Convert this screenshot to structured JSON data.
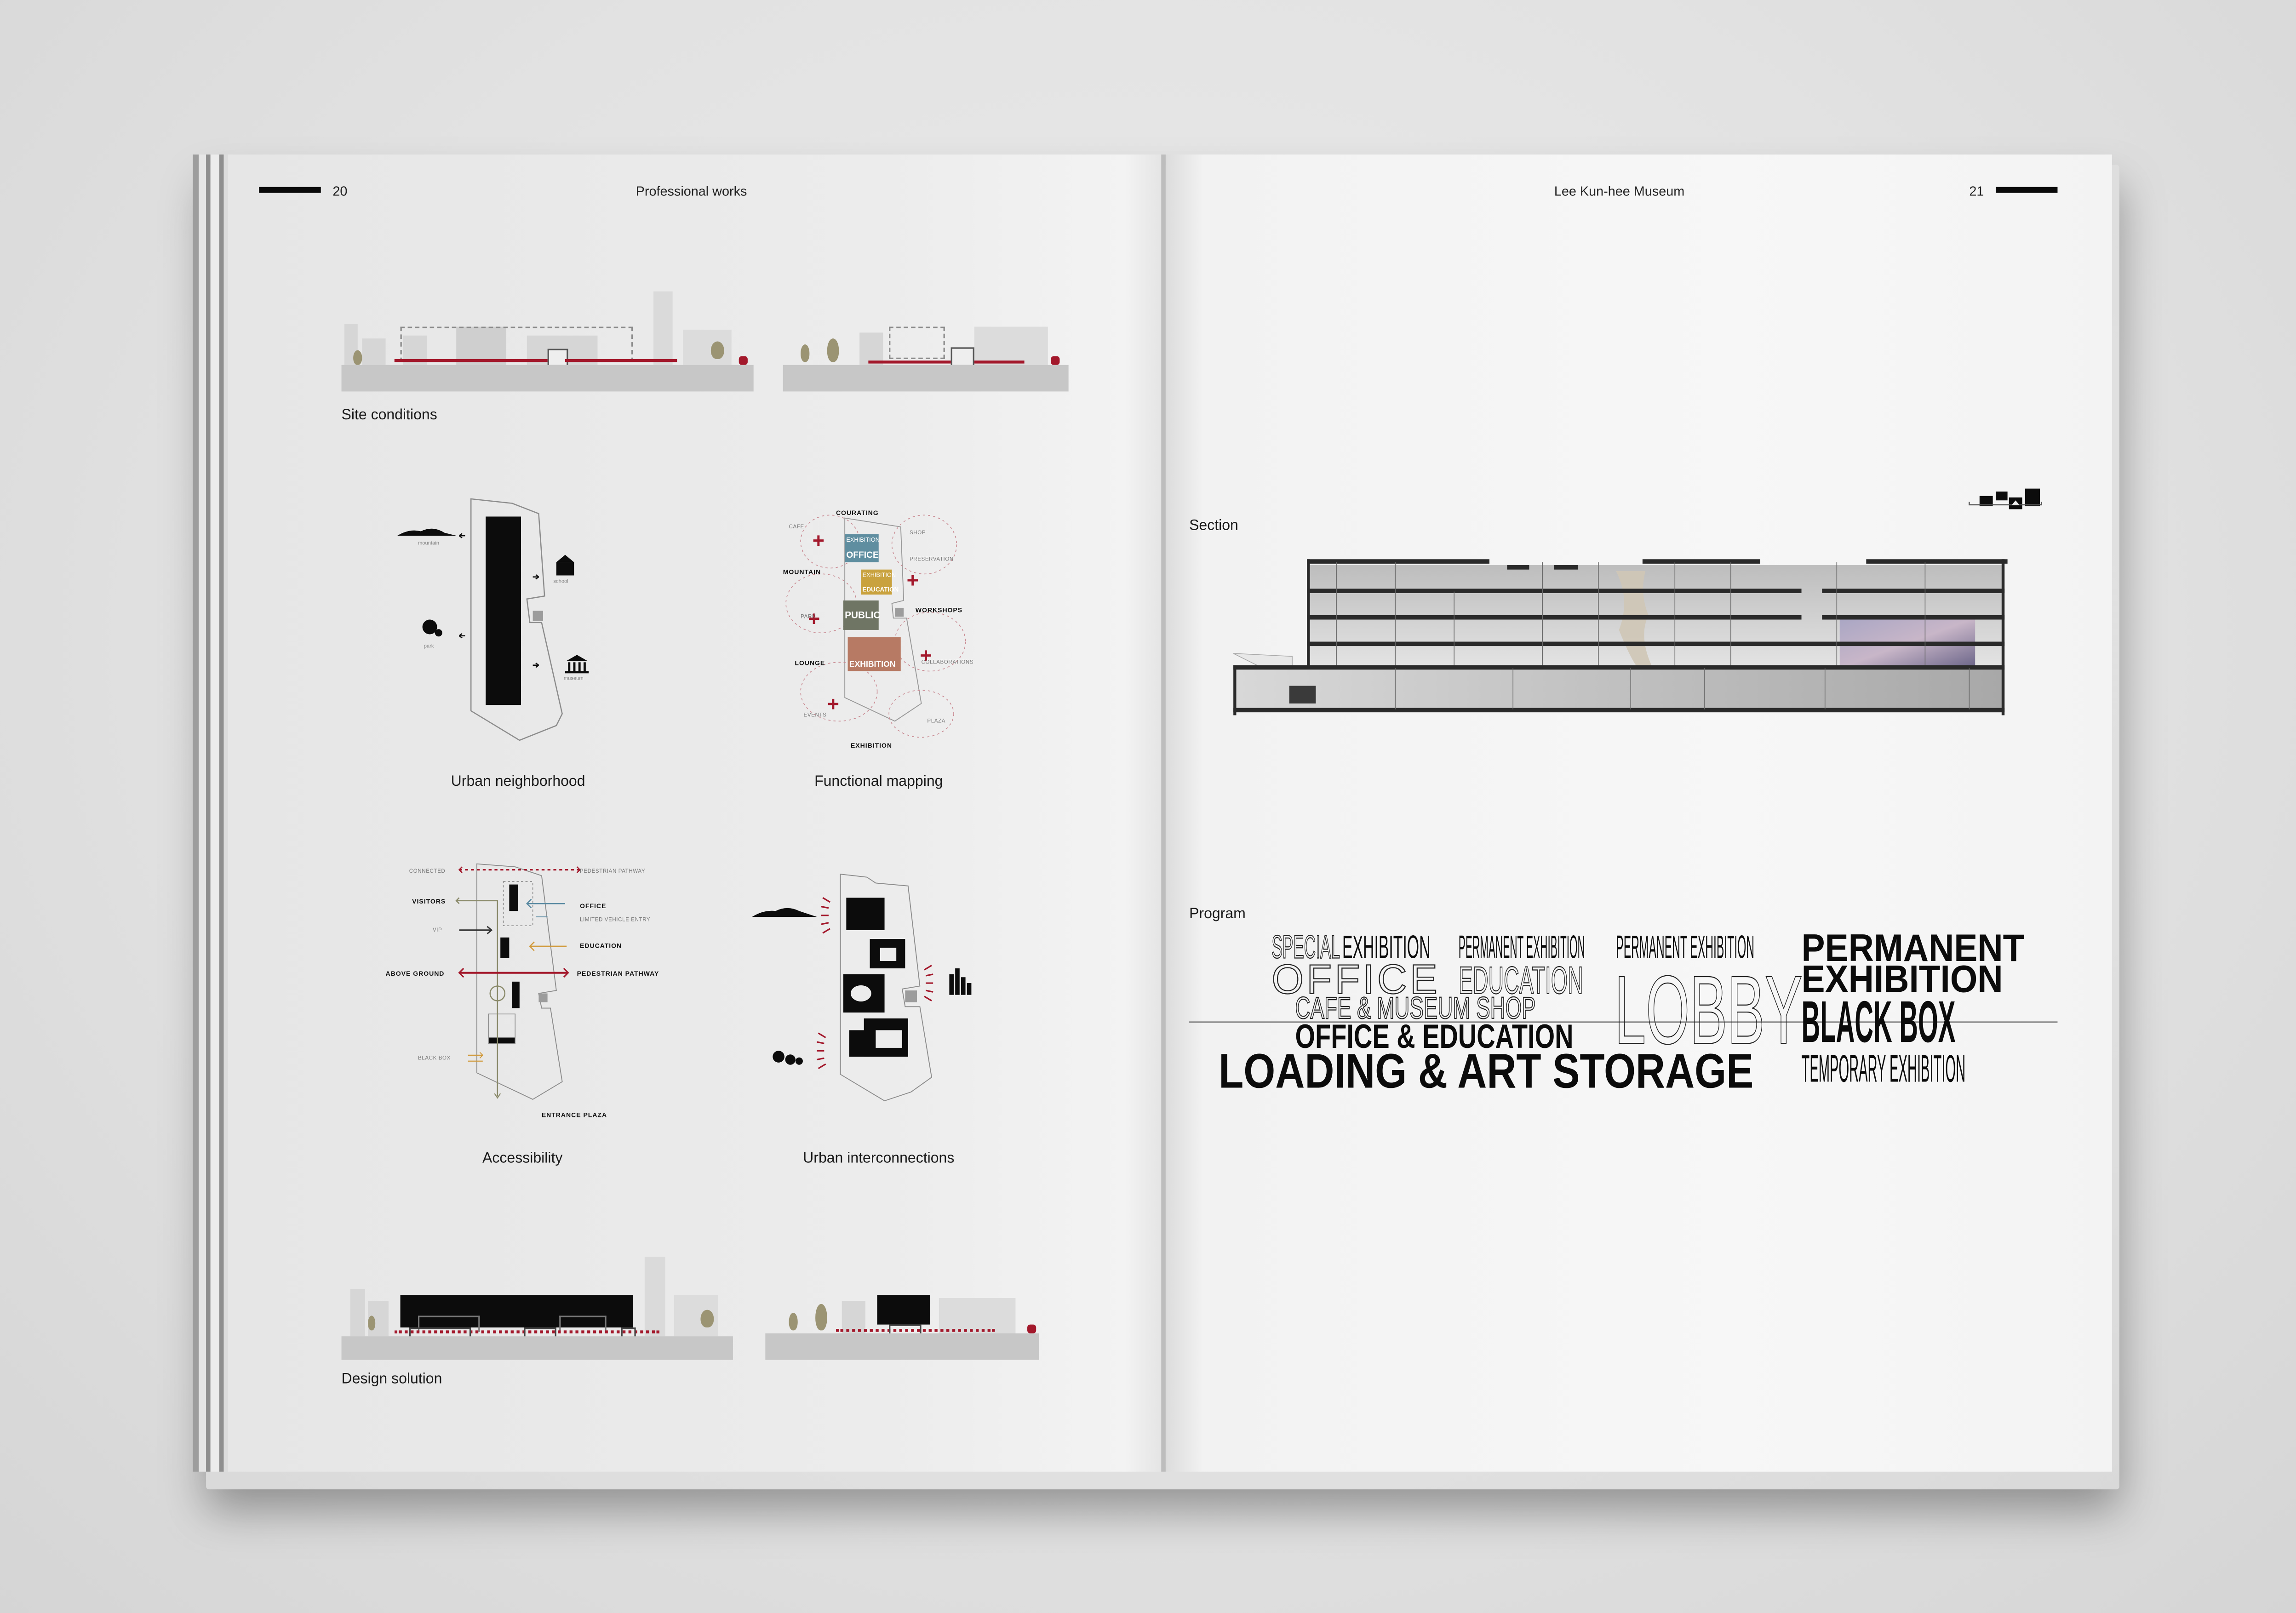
{
  "spread": {
    "left_page": {
      "page_number": "20",
      "running_header": "Professional works",
      "sections": {
        "site_conditions": {
          "caption": "Site conditions"
        },
        "urban_neighborhood": {
          "caption": "Urban neighborhood",
          "labels": {
            "mountain": "mountain",
            "park": "park",
            "school": "school",
            "museum": "museum"
          }
        },
        "functional_mapping": {
          "caption": "Functional mapping",
          "labels": {
            "courating": "COURATING",
            "cafe": "CAFE",
            "shop": "SHOP",
            "preservation": "PRESERVATION",
            "mountain": "MOUNTAIN",
            "workshops": "WORKSHOPS",
            "park": "PARK",
            "lounge": "LOUNGE",
            "collaborations": "COLLABORATIONS",
            "events": "EVENTS",
            "plaza": "PLAZA",
            "exhibition": "EXHIBITION"
          },
          "blocks": [
            {
              "top": "EXHIBITION",
              "bottom": "OFFICE",
              "color": "#5f8ea0"
            },
            {
              "top": "EXHIBITION",
              "bottom": "EDUCATION",
              "color": "#c9a23e"
            },
            {
              "top": "",
              "bottom": "PUBLIC",
              "color": "#6f7564"
            },
            {
              "top": "",
              "bottom": "EXHIBITION",
              "color": "#b77a64"
            }
          ]
        },
        "accessibility": {
          "caption": "Accessibility",
          "labels": {
            "connected": "CONNECTED",
            "pedestrian_pathway_top": "PEDESTRIAN PATHWAY",
            "visitors": "VISITORS",
            "office": "OFFICE",
            "limited_vehicle_entry": "LIMITED VEHICLE ENTRY",
            "vip": "VIP",
            "education": "EDUCATION",
            "above_ground": "ABOVE GROUND",
            "pedestrian_pathway": "PEDESTRIAN PATHWAY",
            "black_box": "BLACK BOX",
            "entrance_plaza": "ENTRANCE PLAZA"
          }
        },
        "urban_interconnections": {
          "caption": "Urban interconnections"
        },
        "design_solution": {
          "caption": "Design solution"
        }
      }
    },
    "right_page": {
      "page_number": "21",
      "running_header": "Lee Kun-hee Museum",
      "section": {
        "caption": "Section"
      },
      "program": {
        "caption": "Program",
        "words": {
          "special": "SPECIAL",
          "exhibition": "EXHIBITION",
          "permanent_exhibition_1": "PERMANENT EXHIBITION",
          "permanent_exhibition_2": "PERMANENT EXHIBITION",
          "permanent": "PERMANENT",
          "exhibition_big": "EXHIBITION",
          "office": "OFFICE",
          "education": "EDUCATION",
          "lobby": "LOBBY",
          "cafe_shop": "CAFE & MUSEUM SHOP",
          "black_box": "BLACK BOX",
          "office_education": "OFFICE & EDUCATION",
          "loading_storage": "LOADING & ART STORAGE",
          "temporary_exhibition": "TEMPORARY EXHIBITION"
        }
      }
    },
    "colors": {
      "accent_red": "#a3182b",
      "tree_olive": "#9b9473",
      "office_blue": "#5f8ea0",
      "education_yellow": "#c9a23e",
      "public_green": "#6f7564",
      "exhibition_terracotta": "#b77a64"
    }
  }
}
